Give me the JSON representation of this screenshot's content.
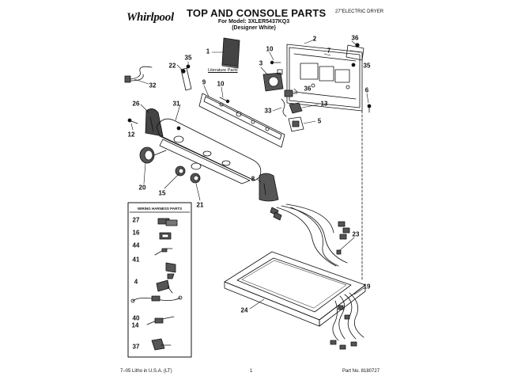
{
  "header": {
    "brand": "Whirlpool",
    "title": "TOP AND CONSOLE PARTS",
    "model_line": "For Model: 3XLER5437KQ3",
    "variant_line": "(Designer White)",
    "product_type": "27\"ELECTRIC DRYER"
  },
  "labels": {
    "literature": "Literature Parts",
    "wiring_box": "WIRING HARNESS PARTS"
  },
  "callouts": [
    {
      "id": "c1",
      "text": "1"
    },
    {
      "id": "c2",
      "text": "2"
    },
    {
      "id": "c3",
      "text": "3"
    },
    {
      "id": "c4",
      "text": "4"
    },
    {
      "id": "c5",
      "text": "5"
    },
    {
      "id": "c6",
      "text": "6"
    },
    {
      "id": "c7",
      "text": "7"
    },
    {
      "id": "c8",
      "text": "8"
    },
    {
      "id": "c9",
      "text": "9"
    },
    {
      "id": "c10a",
      "text": "10"
    },
    {
      "id": "c10b",
      "text": "10"
    },
    {
      "id": "c12",
      "text": "12"
    },
    {
      "id": "c13",
      "text": "13"
    },
    {
      "id": "c14",
      "text": "14"
    },
    {
      "id": "c15",
      "text": "15"
    },
    {
      "id": "c16",
      "text": "16"
    },
    {
      "id": "c19",
      "text": "19"
    },
    {
      "id": "c20",
      "text": "20"
    },
    {
      "id": "c21",
      "text": "21"
    },
    {
      "id": "c22",
      "text": "22"
    },
    {
      "id": "c23",
      "text": "23"
    },
    {
      "id": "c24",
      "text": "24"
    },
    {
      "id": "c26",
      "text": "26"
    },
    {
      "id": "c27",
      "text": "27"
    },
    {
      "id": "c31",
      "text": "31"
    },
    {
      "id": "c32",
      "text": "32"
    },
    {
      "id": "c33",
      "text": "33"
    },
    {
      "id": "c35a",
      "text": "35"
    },
    {
      "id": "c35b",
      "text": "35"
    },
    {
      "id": "c36a",
      "text": "36"
    },
    {
      "id": "c36b",
      "text": "36"
    },
    {
      "id": "c37",
      "text": "37"
    },
    {
      "id": "c40",
      "text": "40"
    },
    {
      "id": "c41",
      "text": "41"
    },
    {
      "id": "c44",
      "text": "44"
    }
  ],
  "footer": {
    "print_info": "7–05 Litho in U.S.A. (LT)",
    "page_number": "1",
    "part_number": "Part No. 8180727"
  }
}
